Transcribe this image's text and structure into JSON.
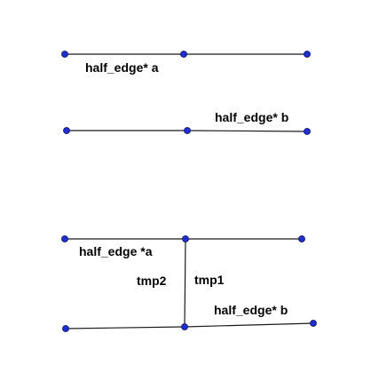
{
  "diagram": {
    "colors": {
      "edge": "#1a1a1a",
      "node": "#1f2fd0"
    },
    "labels": {
      "top_a": "half_edge* a",
      "top_b": "half_edge* b",
      "bottom_a": "half_edge *a",
      "tmp2": "tmp2",
      "tmp1": "tmp1",
      "bottom_b": "half_edge* b"
    }
  }
}
